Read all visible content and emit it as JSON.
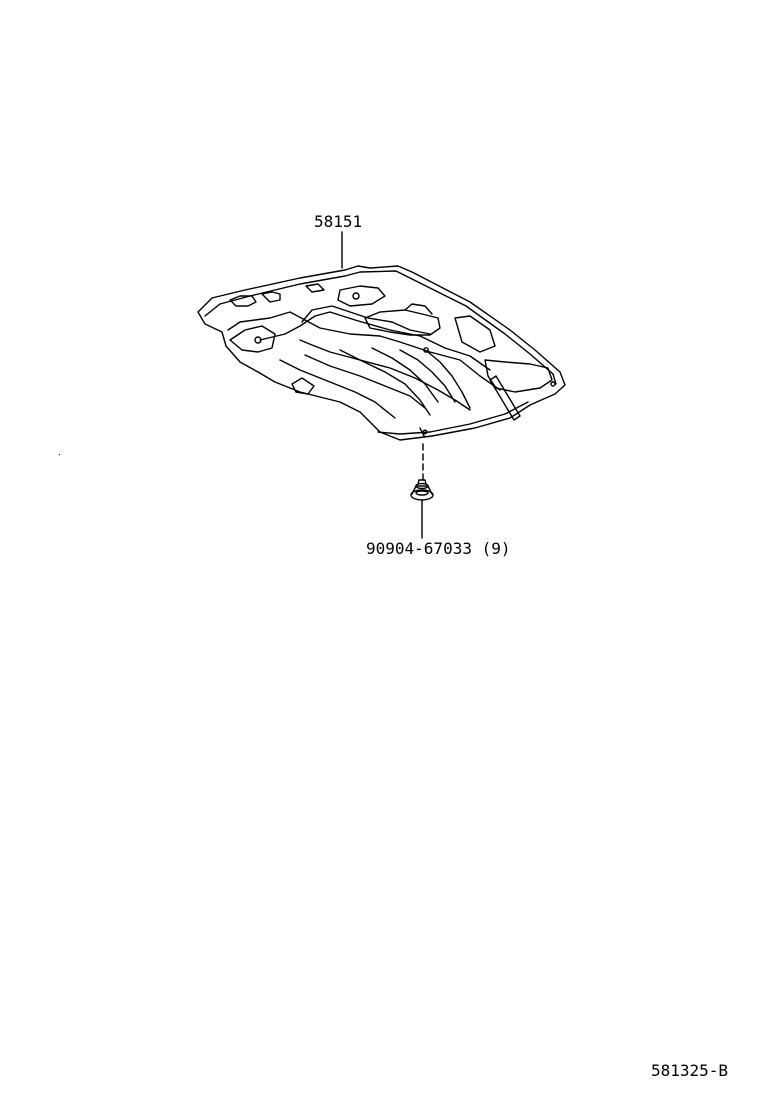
{
  "diagram": {
    "type": "exploded-parts-diagram",
    "figure_code": "581325-B",
    "parts": [
      {
        "part_number": "58151",
        "description_hint": "engine under cover / floor protector plate",
        "quantity": null
      },
      {
        "part_number": "90904-67033",
        "quantity_label": "(9)",
        "description_hint": "clip / grommet fastener"
      }
    ],
    "labels": {
      "part_main": "58151",
      "part_clip": "90904-67033 (9)",
      "figure_code": "581325-B"
    },
    "colors": {
      "line": "#000000",
      "background": "#ffffff"
    }
  }
}
